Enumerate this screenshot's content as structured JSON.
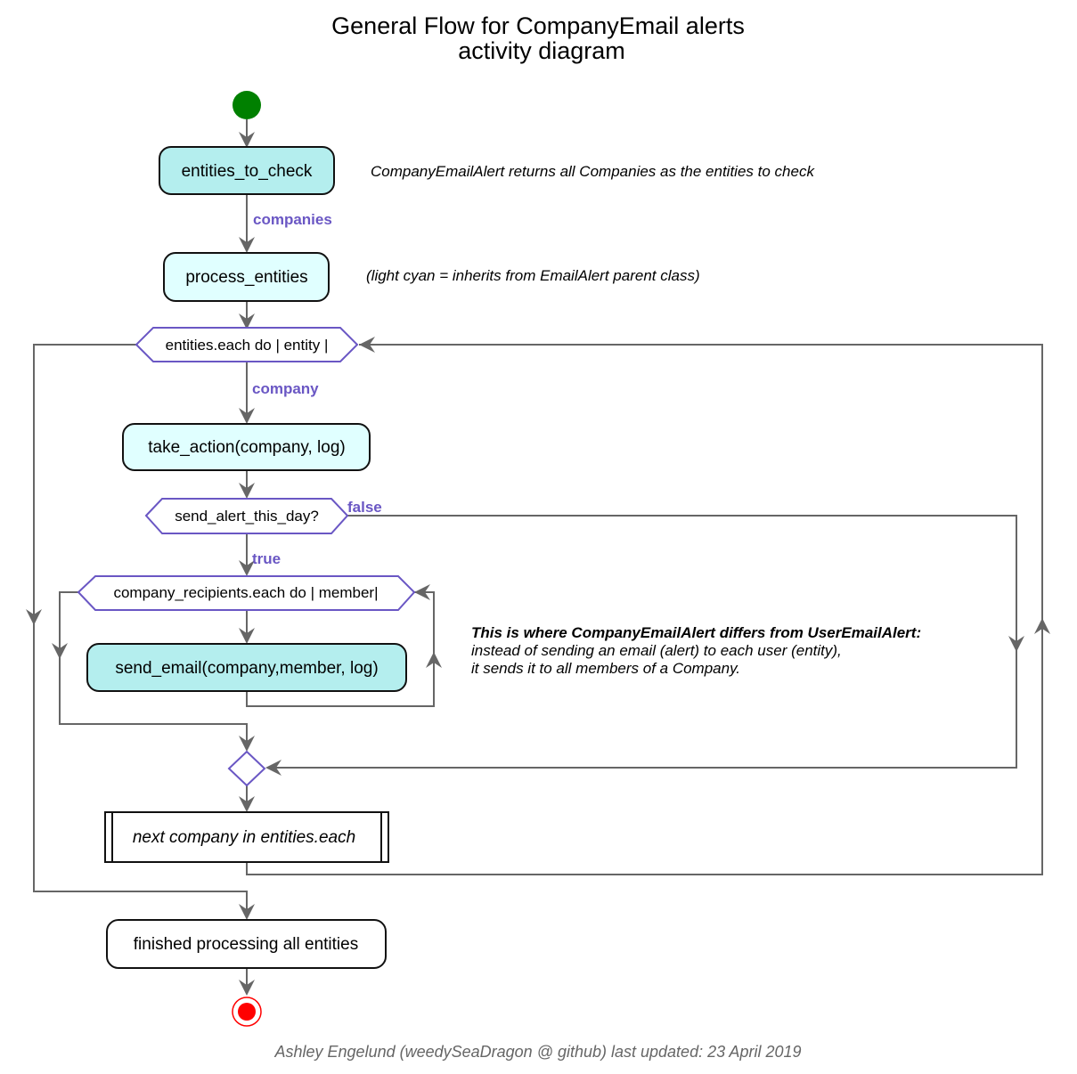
{
  "title": {
    "line1": "General Flow for CompanyEmail alerts",
    "line2": "activity diagram"
  },
  "colors": {
    "edge": "#666666",
    "decision": "#6a57c4",
    "start": "#008000",
    "end": "#ff0000",
    "cyan_dark": "#b4eeee",
    "cyan_light": "#e0ffff",
    "plain": "#ffffff",
    "footer": "#666666"
  },
  "nodes": {
    "entities_to_check": "entities_to_check",
    "process_entities": "process_entities",
    "take_action": "take_action(company, log)",
    "send_email": "send_email(company,member, log)",
    "next_company": "next company in entities.each",
    "finished": "finished processing all entities"
  },
  "decisions": {
    "entities_each": "entities.each do | entity |",
    "send_alert": "send_alert_this_day?",
    "recipients_each": "company_recipients.each do | member|"
  },
  "edge_labels": {
    "companies": "companies",
    "company": "company",
    "false": "false",
    "true": "true"
  },
  "notes": {
    "entities_note": "CompanyEmailAlert returns all Companies as the entities to check",
    "legend_note": "(light cyan = inherits from EmailAlert parent class)",
    "diff_line1": "This is where CompanyEmailAlert differs from UserEmailAlert:",
    "diff_line2": "instead of sending an email (alert) to each user (entity),",
    "diff_line3": "it sends it to all members of a Company."
  },
  "footer": "Ashley Engelund (weedySeaDragon @ github) last updated: 23 April 2019"
}
